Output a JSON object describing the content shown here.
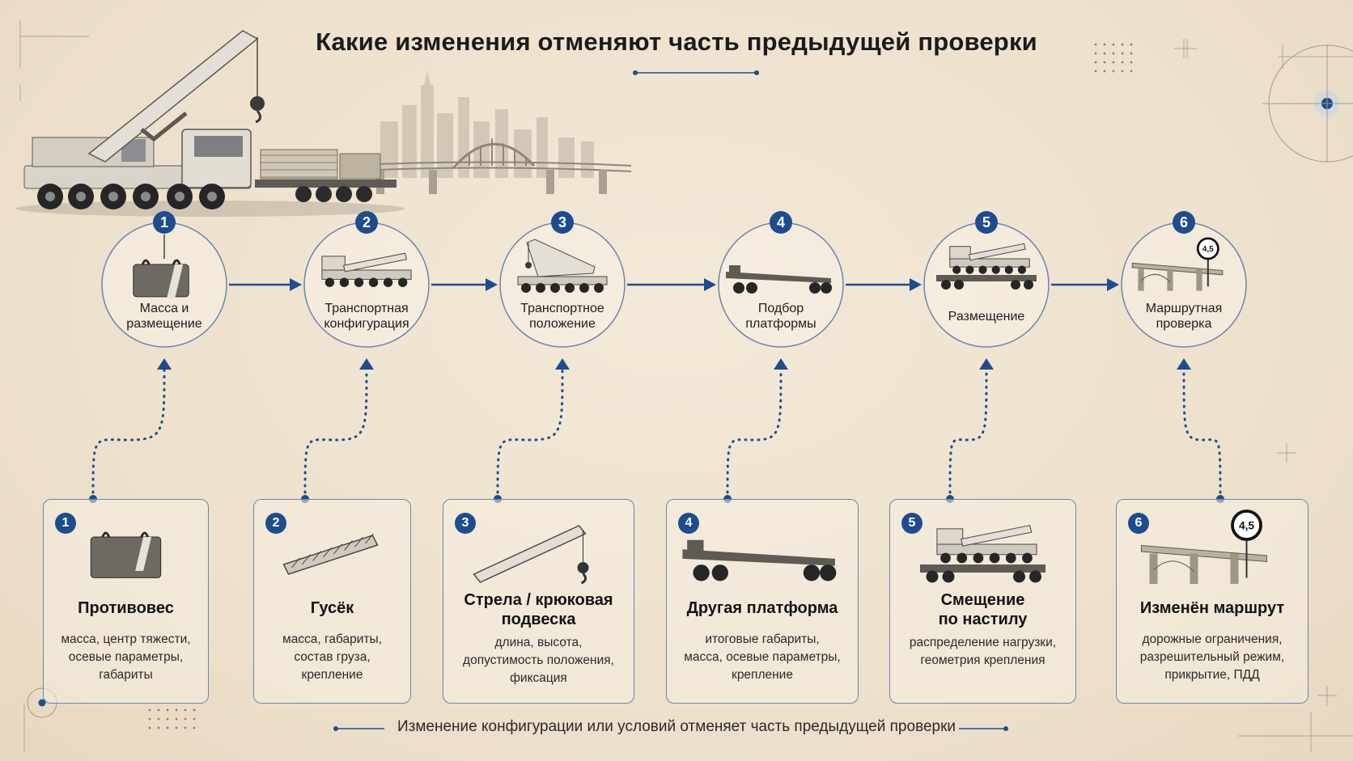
{
  "title": "Какие изменения отменяют часть предыдущей проверки",
  "footer": "Изменение конфигурации или условий отменяет часть предыдущей проверки",
  "sign_value": "4,5",
  "colors": {
    "accent": "#1f4c8c",
    "line": "#1f4c8c",
    "card_border": "#6c86a8",
    "background": "#efe4d2"
  },
  "stages": [
    {
      "num": "1",
      "label_lines": [
        "Масса и",
        "размещение"
      ],
      "icon": "weight-icon"
    },
    {
      "num": "2",
      "label_lines": [
        "Транспортная",
        "конфигурация"
      ],
      "icon": "crane-truck-icon"
    },
    {
      "num": "3",
      "label_lines": [
        "Транспортное",
        "положение"
      ],
      "icon": "crane-boom-icon"
    },
    {
      "num": "4",
      "label_lines": [
        "Подбор",
        "платформы"
      ],
      "icon": "trailer-icon"
    },
    {
      "num": "5",
      "label_lines": [
        "Размещение"
      ],
      "icon": "crane-on-trailer-icon"
    },
    {
      "num": "6",
      "label_lines": [
        "Маршрутная",
        "проверка"
      ],
      "icon": "bridge-icon"
    }
  ],
  "cards": [
    {
      "num": "1",
      "title_lines": [
        "Противовес"
      ],
      "desc_lines": [
        "масса, центр тяжести,",
        "осевые параметры,",
        "габариты"
      ],
      "icon": "counterweight-icon"
    },
    {
      "num": "2",
      "title_lines": [
        "Гусёк"
      ],
      "desc_lines": [
        "масса, габариты,",
        "состав груза,",
        "крепление"
      ],
      "icon": "jib-icon"
    },
    {
      "num": "3",
      "title_lines": [
        "Стрела / крюковая",
        "подвеска"
      ],
      "desc_lines": [
        "длина, высота,",
        "допустимость положения,",
        "фиксация"
      ],
      "icon": "boom-hook-icon"
    },
    {
      "num": "4",
      "title_lines": [
        "Другая платформа"
      ],
      "desc_lines": [
        "итоговые габариты,",
        "масса, осевые параметры,",
        "крепление"
      ],
      "icon": "platform-icon"
    },
    {
      "num": "5",
      "title_lines": [
        "Смещение",
        "по настилу"
      ],
      "desc_lines": [
        "распределение нагрузки,",
        "геометрия крепления"
      ],
      "icon": "shifted-crane-icon"
    },
    {
      "num": "6",
      "title_lines": [
        "Изменён маршрут"
      ],
      "desc_lines": [
        "дорожные ограничения,",
        "разрешительный режим,",
        "прикрытие, ПДД"
      ],
      "icon": "route-bridge-icon"
    }
  ]
}
